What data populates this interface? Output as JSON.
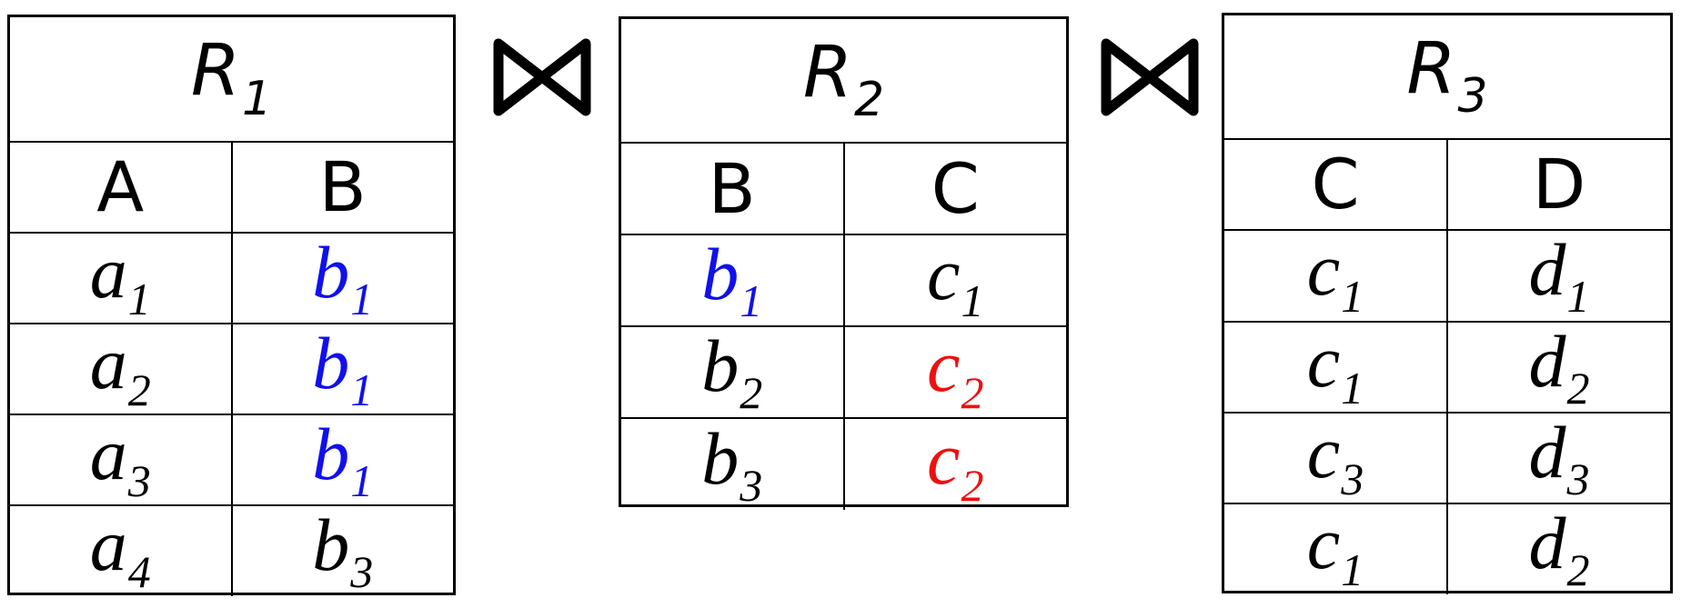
{
  "colors": {
    "black": "#000000",
    "blue": "#1010ee",
    "red": "#ee1010"
  },
  "join_symbol": "bowtie-icon",
  "relations": [
    {
      "name": "R",
      "index": "1",
      "columns": [
        "A",
        "B"
      ],
      "rows": [
        [
          {
            "v": "a",
            "s": "1",
            "c": "black"
          },
          {
            "v": "b",
            "s": "1",
            "c": "blue"
          }
        ],
        [
          {
            "v": "a",
            "s": "2",
            "c": "black"
          },
          {
            "v": "b",
            "s": "1",
            "c": "blue"
          }
        ],
        [
          {
            "v": "a",
            "s": "3",
            "c": "black"
          },
          {
            "v": "b",
            "s": "1",
            "c": "blue"
          }
        ],
        [
          {
            "v": "a",
            "s": "4",
            "c": "black"
          },
          {
            "v": "b",
            "s": "3",
            "c": "black"
          }
        ]
      ]
    },
    {
      "name": "R",
      "index": "2",
      "columns": [
        "B",
        "C"
      ],
      "rows": [
        [
          {
            "v": "b",
            "s": "1",
            "c": "blue"
          },
          {
            "v": "c",
            "s": "1",
            "c": "black"
          }
        ],
        [
          {
            "v": "b",
            "s": "2",
            "c": "black"
          },
          {
            "v": "c",
            "s": "2",
            "c": "red"
          }
        ],
        [
          {
            "v": "b",
            "s": "3",
            "c": "black"
          },
          {
            "v": "c",
            "s": "2",
            "c": "red"
          }
        ]
      ]
    },
    {
      "name": "R",
      "index": "3",
      "columns": [
        "C",
        "D"
      ],
      "rows": [
        [
          {
            "v": "c",
            "s": "1",
            "c": "black"
          },
          {
            "v": "d",
            "s": "1",
            "c": "black"
          }
        ],
        [
          {
            "v": "c",
            "s": "1",
            "c": "black"
          },
          {
            "v": "d",
            "s": "2",
            "c": "black"
          }
        ],
        [
          {
            "v": "c",
            "s": "3",
            "c": "black"
          },
          {
            "v": "d",
            "s": "3",
            "c": "black"
          }
        ],
        [
          {
            "v": "c",
            "s": "1",
            "c": "black"
          },
          {
            "v": "d",
            "s": "2",
            "c": "black"
          }
        ]
      ]
    }
  ]
}
